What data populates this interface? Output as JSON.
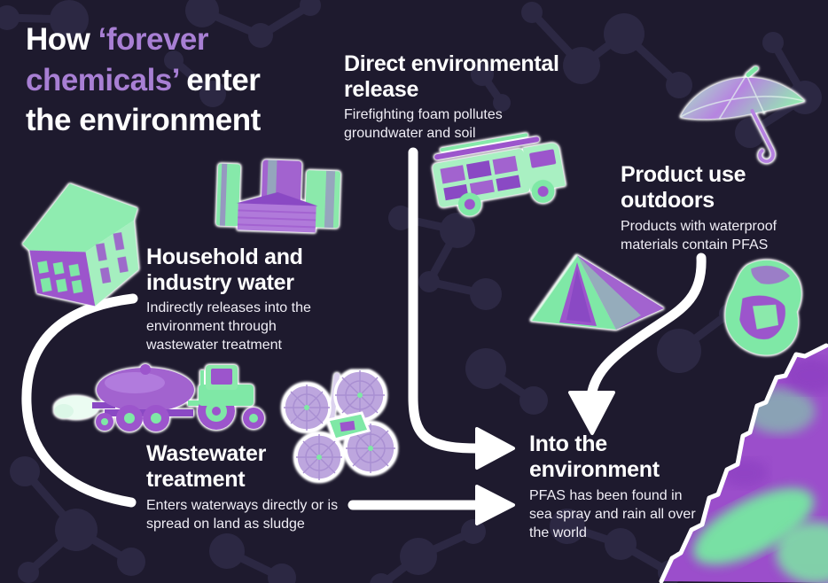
{
  "title": {
    "part1": "How ",
    "part2": "‘forever",
    "part3": "chemicals’ ",
    "part4": "enter",
    "part5": "the environment"
  },
  "sections": {
    "direct_release": {
      "heading": "Direct environmental release",
      "body": "Firefighting foam pollutes groundwater and soil"
    },
    "product_use": {
      "heading": "Product use outdoors",
      "body": "Products with waterproof materials contain PFAS"
    },
    "household": {
      "heading": "Household and industry water",
      "body": "Indirectly releases into the environment through wastewater treatment"
    },
    "wastewater": {
      "heading": "Wastewater treatment",
      "body": "Enters waterways directly or is spread on land as sludge"
    },
    "into_environment": {
      "heading": "Into the environment",
      "body": "PFAS has been found in sea spray and rain all over the world"
    }
  },
  "images": {
    "house": "house-photo",
    "factory": "factory-photo",
    "fire_truck": "fire-truck-photo",
    "umbrella": "umbrella-photo",
    "tent": "tent-photo",
    "jacket": "waterproof-jacket-photo",
    "tractor": "slurry-tractor-photo",
    "treatment_tanks": "wastewater-treatment-tanks-photo",
    "wave": "sea-wave-photo"
  },
  "colors": {
    "background": "#1e1a2e",
    "molecule_pattern": "#2c2843",
    "accent_purple": "#a87fd4",
    "duotone_green": "#7fe8a6",
    "duotone_purple": "#9c55cc",
    "arrow_white": "#ffffff"
  }
}
